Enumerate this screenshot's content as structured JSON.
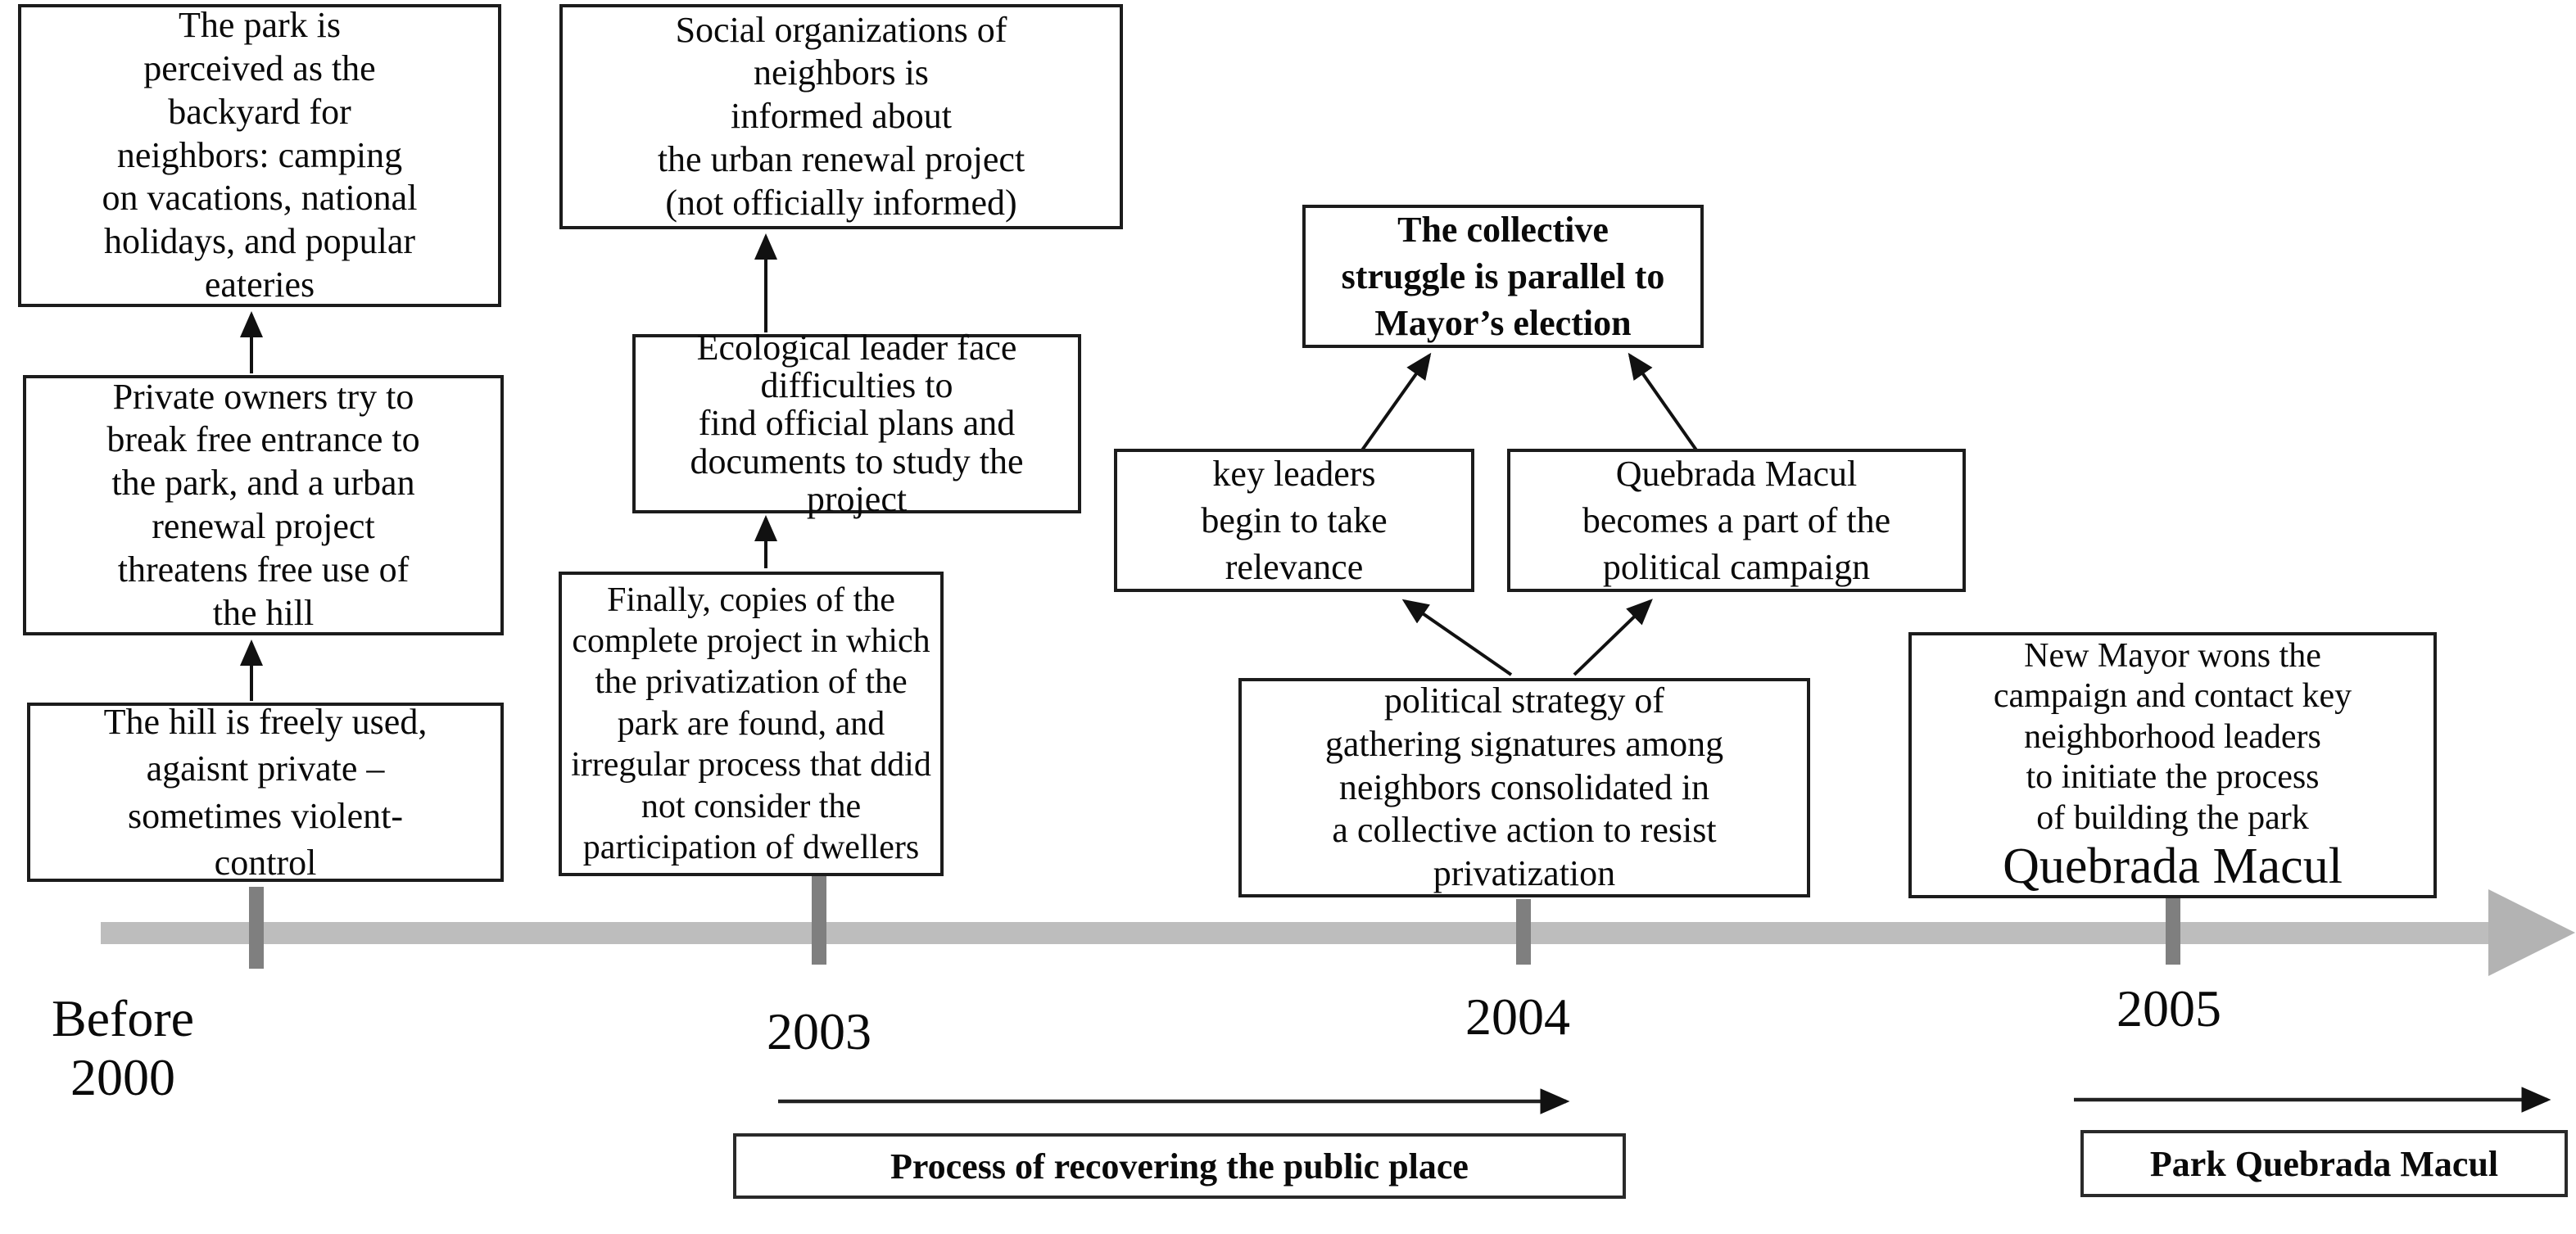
{
  "boxes": {
    "park_backyard": "The park is\nperceived as the\nbackyard for\nneighbors: camping\non vacations, national\nholidays, and popular\neateries",
    "private_owners": "Private owners try to\nbreak free entrance to\nthe park, and a urban\nrenewal project\nthreatens free use of\nthe hill",
    "hill_freely_used": "The hill is freely used,\nagaisnt private –\nsometimes violent-\ncontrol",
    "social_organizations": "Social organizations of\nneighbors is\ninformed about\nthe urban renewal project\n(not officially informed)",
    "ecological_leader": "Ecological leader face\ndifficulties to\nfind official plans and\ndocuments to study the\nproject",
    "copies_found": "Finally, copies of the\ncomplete project in which\nthe privatization of the\npark are found, and\nirregular process that ddid\nnot consider the\nparticipation of dwellers",
    "collective_struggle": "The collective\nstruggle is parallel to\nMayor’s election",
    "key_leaders": "key leaders\nbegin to take\nrelevance",
    "quebrada_campaign": "Quebrada Macul\nbecomes a part of the\npolitical campaign",
    "political_strategy": "political strategy of\ngathering signatures among\nneighbors consolidated in\na collective action to resist\nprivatization",
    "new_mayor": "New Mayor wons the\ncampaign and contact key\nneighborhood leaders\nto initiate the process\nof building the park",
    "new_mayor_park_name": "Quebrada Macul"
  },
  "timeline": {
    "labels": [
      {
        "text": "Before\n2000"
      },
      {
        "text": "2003"
      },
      {
        "text": "2004"
      },
      {
        "text": "2005"
      }
    ]
  },
  "footer": {
    "process_label": "Process of recovering the public place",
    "park_label": "Park Quebrada Macul"
  },
  "colors": {
    "timeline_bar": "#bdbdbd",
    "timeline_tick": "#7f7f7f",
    "box_border": "#1c1c1c",
    "text": "#0a0a0a"
  }
}
